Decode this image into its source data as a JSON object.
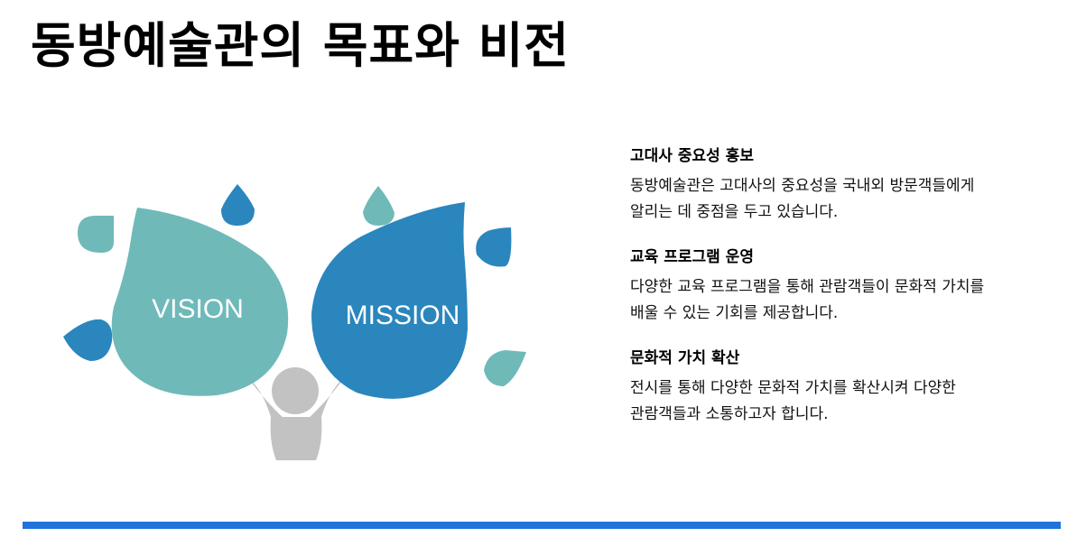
{
  "title": "동방예술관의 목표와 비전",
  "illustration": {
    "vision_label": "VISION",
    "mission_label": "MISSION",
    "colors": {
      "teal": "#6fb9b9",
      "blue": "#2a86bd",
      "figure_gray": "#c2c2c2"
    }
  },
  "goals": [
    {
      "heading": "고대사 중요성 홍보",
      "lines": [
        "동방예술관은 고대사의 중요성을 국내외 방문객들에게",
        "알리는 데 중점을 두고 있습니다."
      ]
    },
    {
      "heading": "교육 프로그램 운영",
      "lines": [
        "다양한 교육 프로그램을 통해 관람객들이 문화적 가치를",
        "배울 수 있는 기회를 제공합니다."
      ]
    },
    {
      "heading": "문화적 가치 확산",
      "lines": [
        "전시를 통해 다양한 문화적 가치를 확산시켜 다양한",
        "관람객들과 소통하고자 합니다."
      ]
    }
  ],
  "accent_color": "#1f73d9"
}
